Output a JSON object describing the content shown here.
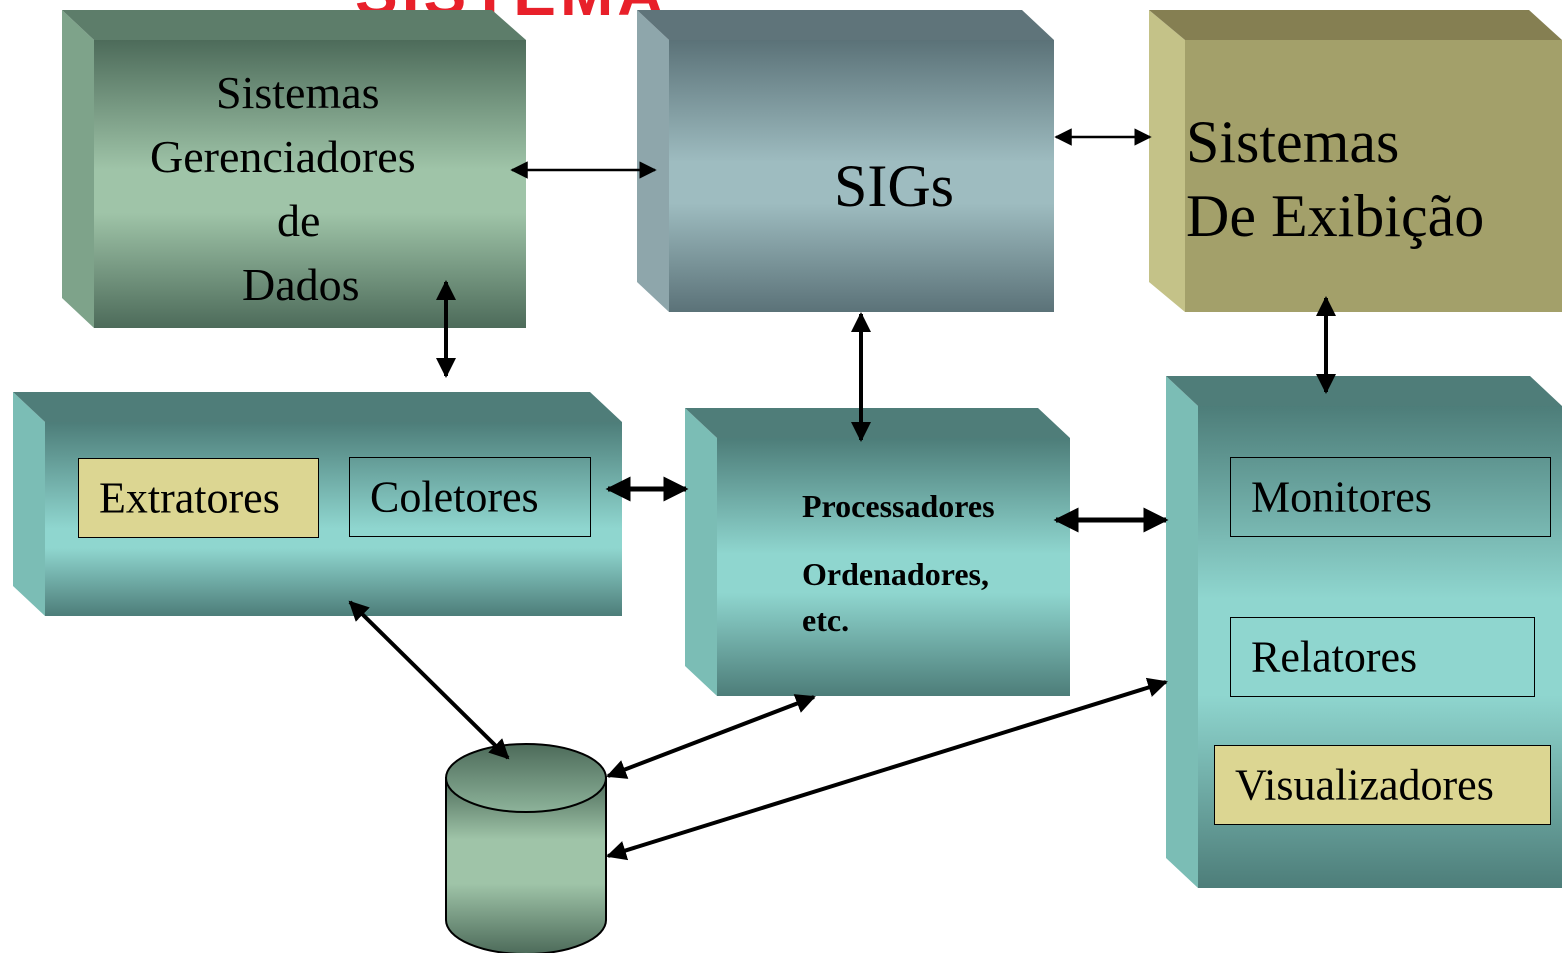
{
  "header": {
    "title_fragment": "SISTEMA"
  },
  "blocks": {
    "sgd": {
      "lines": [
        "Sistemas",
        "Gerenciadores",
        "de",
        "Dados"
      ]
    },
    "sigs": {
      "label": "SIGs"
    },
    "exhibition": {
      "lines": [
        "Sistemas",
        "De Exibição"
      ]
    },
    "collection": {
      "extratores": "Extratores",
      "coletores": "Coletores"
    },
    "processors": {
      "lines": [
        "Processadores",
        "Ordenadores,",
        "etc."
      ]
    },
    "output": {
      "monitores": "Monitores",
      "relatores": "Relatores",
      "visualizadores": "Visualizadores"
    }
  },
  "colors": {
    "green_block": "#9fc4a8",
    "green_dark": "#4d6b5a",
    "slate_block": "#9ebcc0",
    "slate_dark": "#5b7278",
    "olive_block": "#a3a06a",
    "teal_block": "#8fd6cf",
    "teal_dark": "#4d7d79",
    "cream_box": "#dcd692",
    "title_red": "#e8202a"
  }
}
